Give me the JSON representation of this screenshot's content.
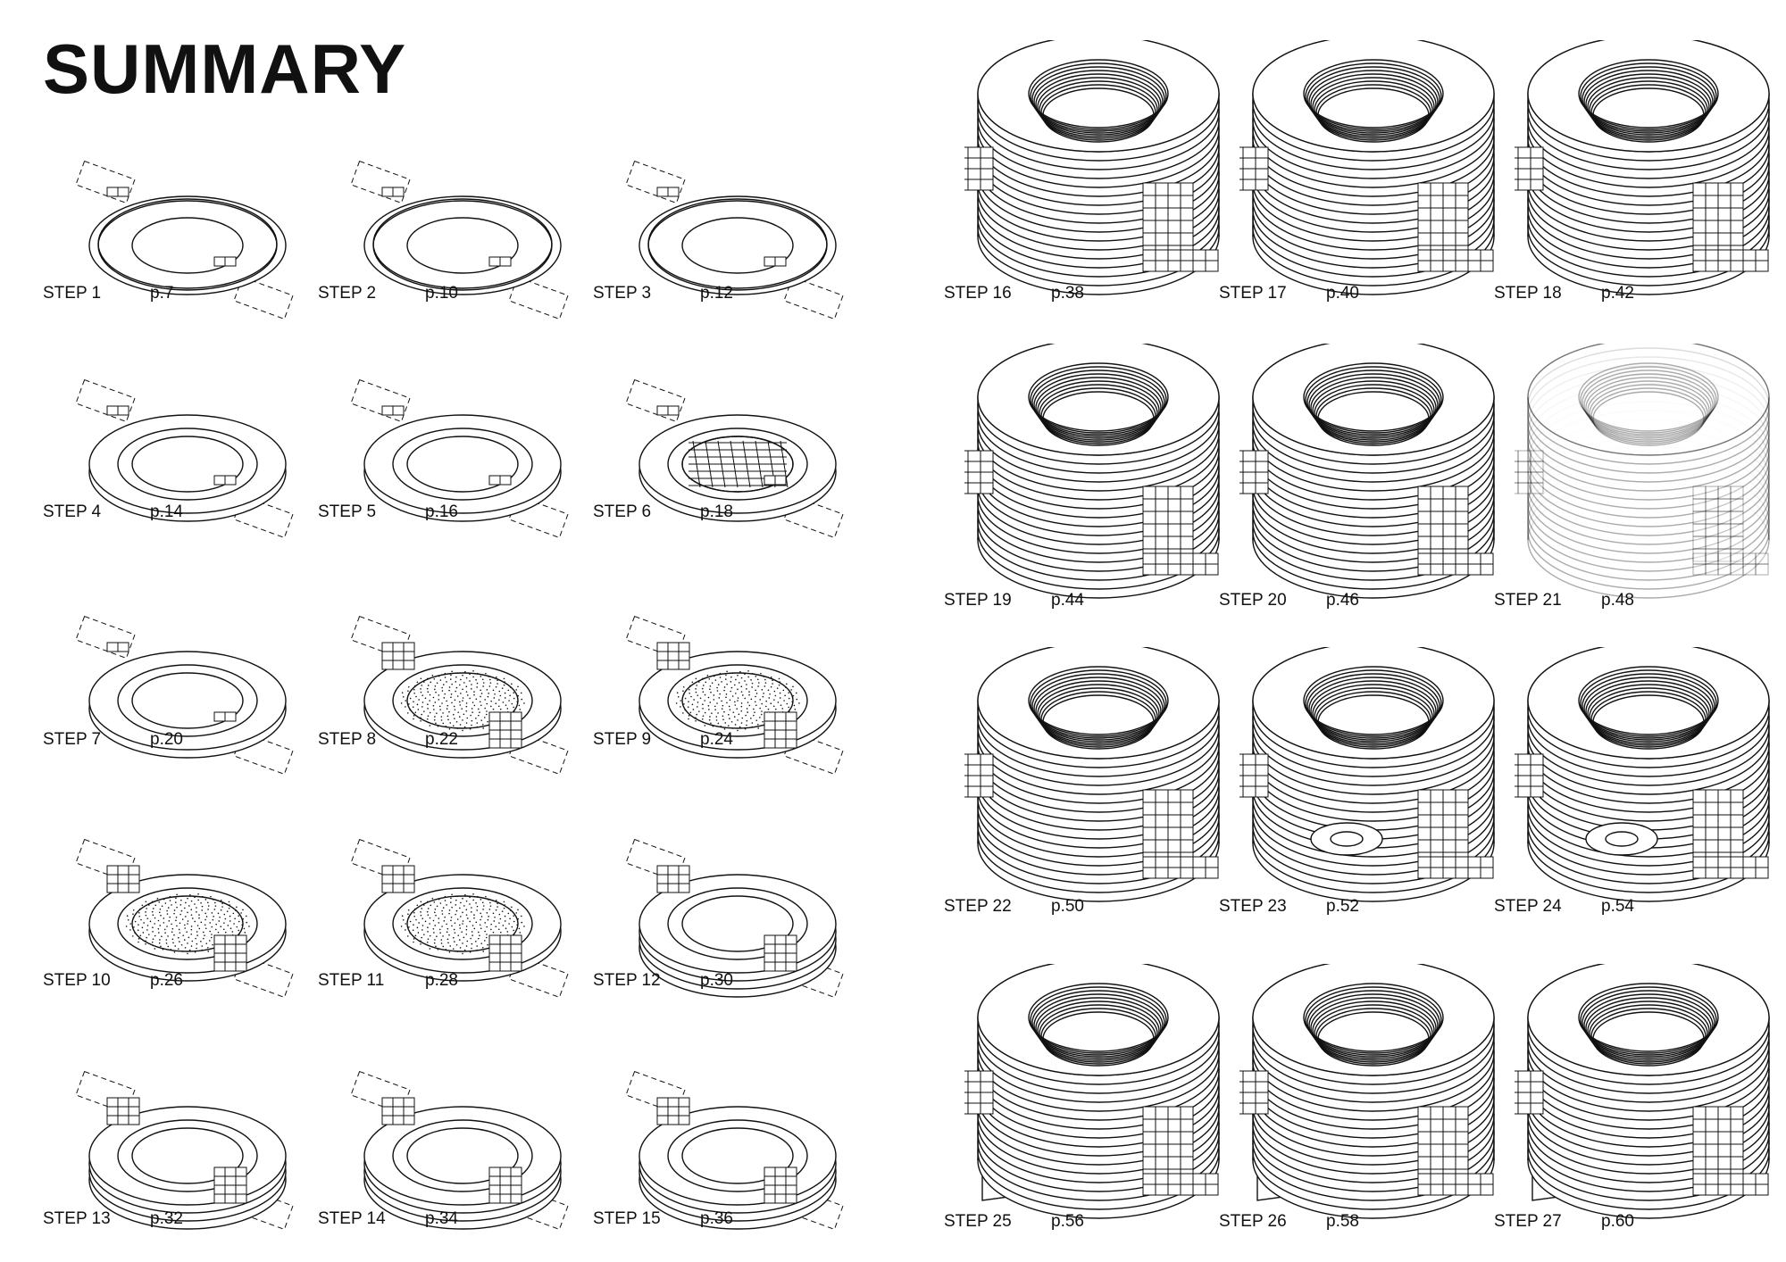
{
  "page": {
    "title": "SUMMARY",
    "line_color": "#111111"
  },
  "steps": [
    {
      "label": "STEP 1",
      "page": "p.7",
      "kind": "ring-flat"
    },
    {
      "label": "STEP 2",
      "page": "p.10",
      "kind": "ring-flat"
    },
    {
      "label": "STEP 3",
      "page": "p.12",
      "kind": "ring-flat"
    },
    {
      "label": "STEP 4",
      "page": "p.14",
      "kind": "ring-double"
    },
    {
      "label": "STEP 5",
      "page": "p.16",
      "kind": "ring-double"
    },
    {
      "label": "STEP 6",
      "page": "p.18",
      "kind": "ring-bricked"
    },
    {
      "label": "STEP 7",
      "page": "p.20",
      "kind": "ring-double"
    },
    {
      "label": "STEP 8",
      "page": "p.22",
      "kind": "ring-dotted"
    },
    {
      "label": "STEP 9",
      "page": "p.24",
      "kind": "ring-dotted"
    },
    {
      "label": "STEP 10",
      "page": "p.26",
      "kind": "ring-dotted"
    },
    {
      "label": "STEP 11",
      "page": "p.28",
      "kind": "ring-dotted"
    },
    {
      "label": "STEP 12",
      "page": "p.30",
      "kind": "ring-stack"
    },
    {
      "label": "STEP 13",
      "page": "p.32",
      "kind": "ring-stack"
    },
    {
      "label": "STEP 14",
      "page": "p.34",
      "kind": "ring-stack"
    },
    {
      "label": "STEP 15",
      "page": "p.36",
      "kind": "ring-stack"
    },
    {
      "label": "STEP 16",
      "page": "p.38",
      "kind": "cylinder"
    },
    {
      "label": "STEP 17",
      "page": "p.40",
      "kind": "cylinder"
    },
    {
      "label": "STEP 18",
      "page": "p.42",
      "kind": "cylinder"
    },
    {
      "label": "STEP 19",
      "page": "p.44",
      "kind": "cylinder"
    },
    {
      "label": "STEP 20",
      "page": "p.46",
      "kind": "cylinder"
    },
    {
      "label": "STEP 21",
      "page": "p.48",
      "kind": "cylinder-faded"
    },
    {
      "label": "STEP 22",
      "page": "p.50",
      "kind": "cylinder"
    },
    {
      "label": "STEP 23",
      "page": "p.52",
      "kind": "cylinder-cut"
    },
    {
      "label": "STEP 24",
      "page": "p.54",
      "kind": "cylinder-cut"
    },
    {
      "label": "STEP 25",
      "page": "p.56",
      "kind": "cylinder-steps"
    },
    {
      "label": "STEP 26",
      "page": "p.58",
      "kind": "cylinder-steps"
    },
    {
      "label": "STEP 27",
      "page": "p.60",
      "kind": "cylinder-steps"
    }
  ]
}
